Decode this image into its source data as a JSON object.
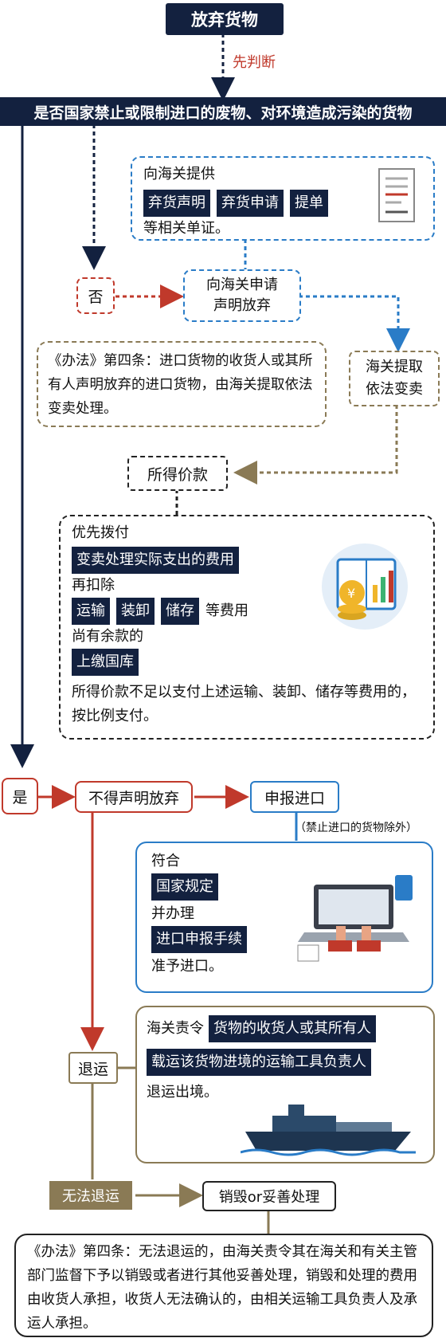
{
  "top": {
    "title": "放弃货物",
    "judge": "先判断"
  },
  "question": "是否国家禁止或限制进口的废物、对环境造成污染的货物",
  "no_branch": {
    "label": "否",
    "provide_box": {
      "intro": "向海关提供",
      "docs": [
        "弃货声明",
        "弃货申请",
        "提单"
      ],
      "suffix": "等相关单证。"
    },
    "apply_line1": "向海关申请",
    "apply_line2": "声明放弃",
    "rule_note": "《办法》第四条：进口货物的收货人或其所有人声明放弃的进口货物，由海关提取依法变卖处理。",
    "extract_line1": "海关提取",
    "extract_line2": "依法变卖",
    "proceeds": "所得价款",
    "payment": {
      "first": "优先拨付",
      "first_item": "变卖处理实际支出的费用",
      "then": "再扣除",
      "then_items": [
        "运输",
        "装卸",
        "储存"
      ],
      "then_suffix": "等费用",
      "remain": "尚有余款的",
      "remain_item": "上缴国库",
      "note": "所得价款不足以支付上述运输、装卸、储存等费用的，按比例支付。"
    }
  },
  "yes_branch": {
    "label": "是",
    "no_abandon": "不得声明放弃",
    "declare": "申报进口",
    "declare_note": "（禁止进口的货物除外）",
    "conform": {
      "l1": "符合",
      "l2": "国家规定",
      "l3": "并办理",
      "l4": "进口申报手续",
      "l5": "准予进口。"
    },
    "return_label": "退运",
    "order": {
      "l1": "海关责令",
      "item1": "货物的收货人或其所有人",
      "item2": "载运该货物进境的运输工具负责人",
      "l3": "退运出境。"
    },
    "cannot_return": "无法退运",
    "destroy": "销毁or妥善处理",
    "final_note": "《办法》第四条：无法退运的，由海关责令其在海关和有关主管部门监督下予以销毁或者进行其他妥善处理，销毁和处理的费用由收货人承担，收货人无法确认的，由相关运输工具负责人及承运人承担。"
  },
  "colors": {
    "navy": "#13213f",
    "red": "#c0392b",
    "blue": "#2a7cc7",
    "brown": "#8a7a55"
  },
  "icons": [
    "document-icon",
    "finance-book-icon",
    "laptop-work-icon",
    "ship-icon"
  ]
}
